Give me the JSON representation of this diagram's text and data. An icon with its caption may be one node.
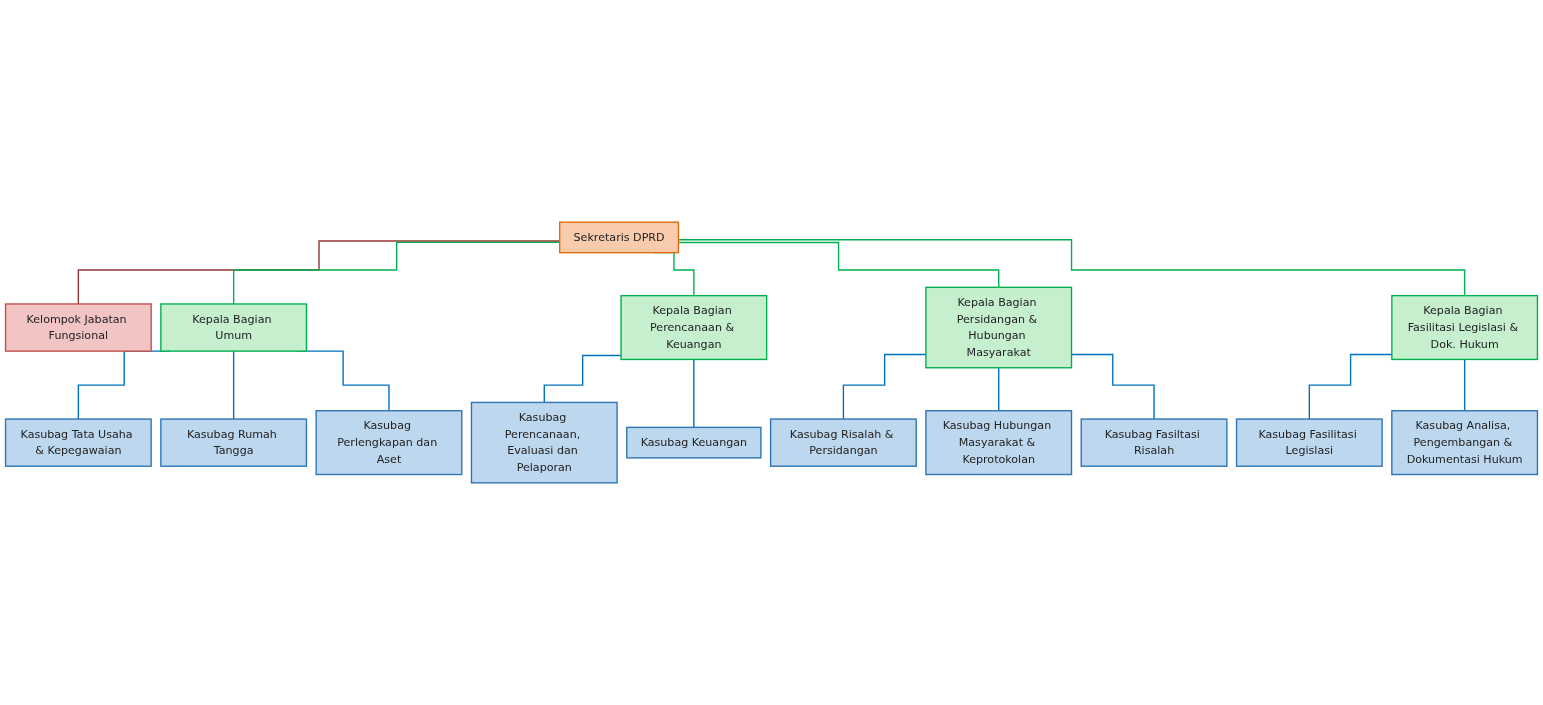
{
  "diagram": {
    "nodes": [
      {
        "text": [
          "Sekretaris DPRD"
        ]
      },
      {
        "text": [
          "Kelompok Jabatan Fungsional"
        ]
      },
      {
        "text": [
          "Kepala Bagian Umum"
        ]
      },
      {
        "text": [
          "Kepala Bagian Perencanaan & Keuangan"
        ]
      },
      {
        "text": [
          "Kepala Bagian Persidangan & Hubungan Masyarakat"
        ]
      },
      {
        "text": [
          "Kepala Bagian Fasilitasi Legislasi & Dok. Hukum"
        ]
      },
      {
        "text": [
          "Kasubag Tata Usaha & Kepegawaian"
        ]
      },
      {
        "text": [
          "Kasubag Rumah Tangga"
        ]
      },
      {
        "text": [
          "Kasubag Perlengkapan dan Aset"
        ]
      },
      {
        "text": [
          "Kasubag Perencanaan, Evaluasi dan Pelaporan"
        ]
      },
      {
        "text": [
          "Kasubag Keuangan"
        ]
      },
      {
        "text": [
          "Kasubag Risalah & Persidangan"
        ]
      },
      {
        "text": [
          "Kasubag Hubungan Masyarakat & Keprotokolan"
        ]
      },
      {
        "text": [
          "Kasubag Fasiltasi Risalah"
        ]
      },
      {
        "text": [
          "Kasubag Fasilitasi Legislasi"
        ]
      },
      {
        "text": [
          "Kasubag Analisa, Pengembangan & Dokumentasi Hukum"
        ]
      }
    ],
    "edges": [
      {
        "from": 0,
        "to": 1,
        "arrow": "none",
        "color": "#943634"
      },
      {
        "from": 0,
        "to": 2,
        "arrow": "none",
        "color": "#00b050"
      },
      {
        "from": 0,
        "to": 3,
        "arrow": "none",
        "color": "#00b050"
      },
      {
        "from": 0,
        "to": 4,
        "arrow": "none",
        "color": "#00b050"
      },
      {
        "from": 0,
        "to": 5,
        "arrow": "none",
        "color": "#00b050"
      },
      {
        "from": 2,
        "to": 6,
        "arrow": "none"
      },
      {
        "from": 2,
        "to": 7,
        "arrow": "none"
      },
      {
        "from": 2,
        "to": 8,
        "arrow": "none"
      },
      {
        "from": 3,
        "to": 9,
        "arrow": "none"
      },
      {
        "from": 3,
        "to": 10,
        "arrow": "none"
      },
      {
        "from": 4,
        "to": 11,
        "arrow": "none"
      },
      {
        "from": 4,
        "to": 12,
        "arrow": "none"
      },
      {
        "from": 4,
        "to": 13,
        "arrow": "none"
      },
      {
        "from": 5,
        "to": 14,
        "arrow": "none"
      },
      {
        "from": 5,
        "to": 15,
        "arrow": "none"
      }
    ]
  }
}
